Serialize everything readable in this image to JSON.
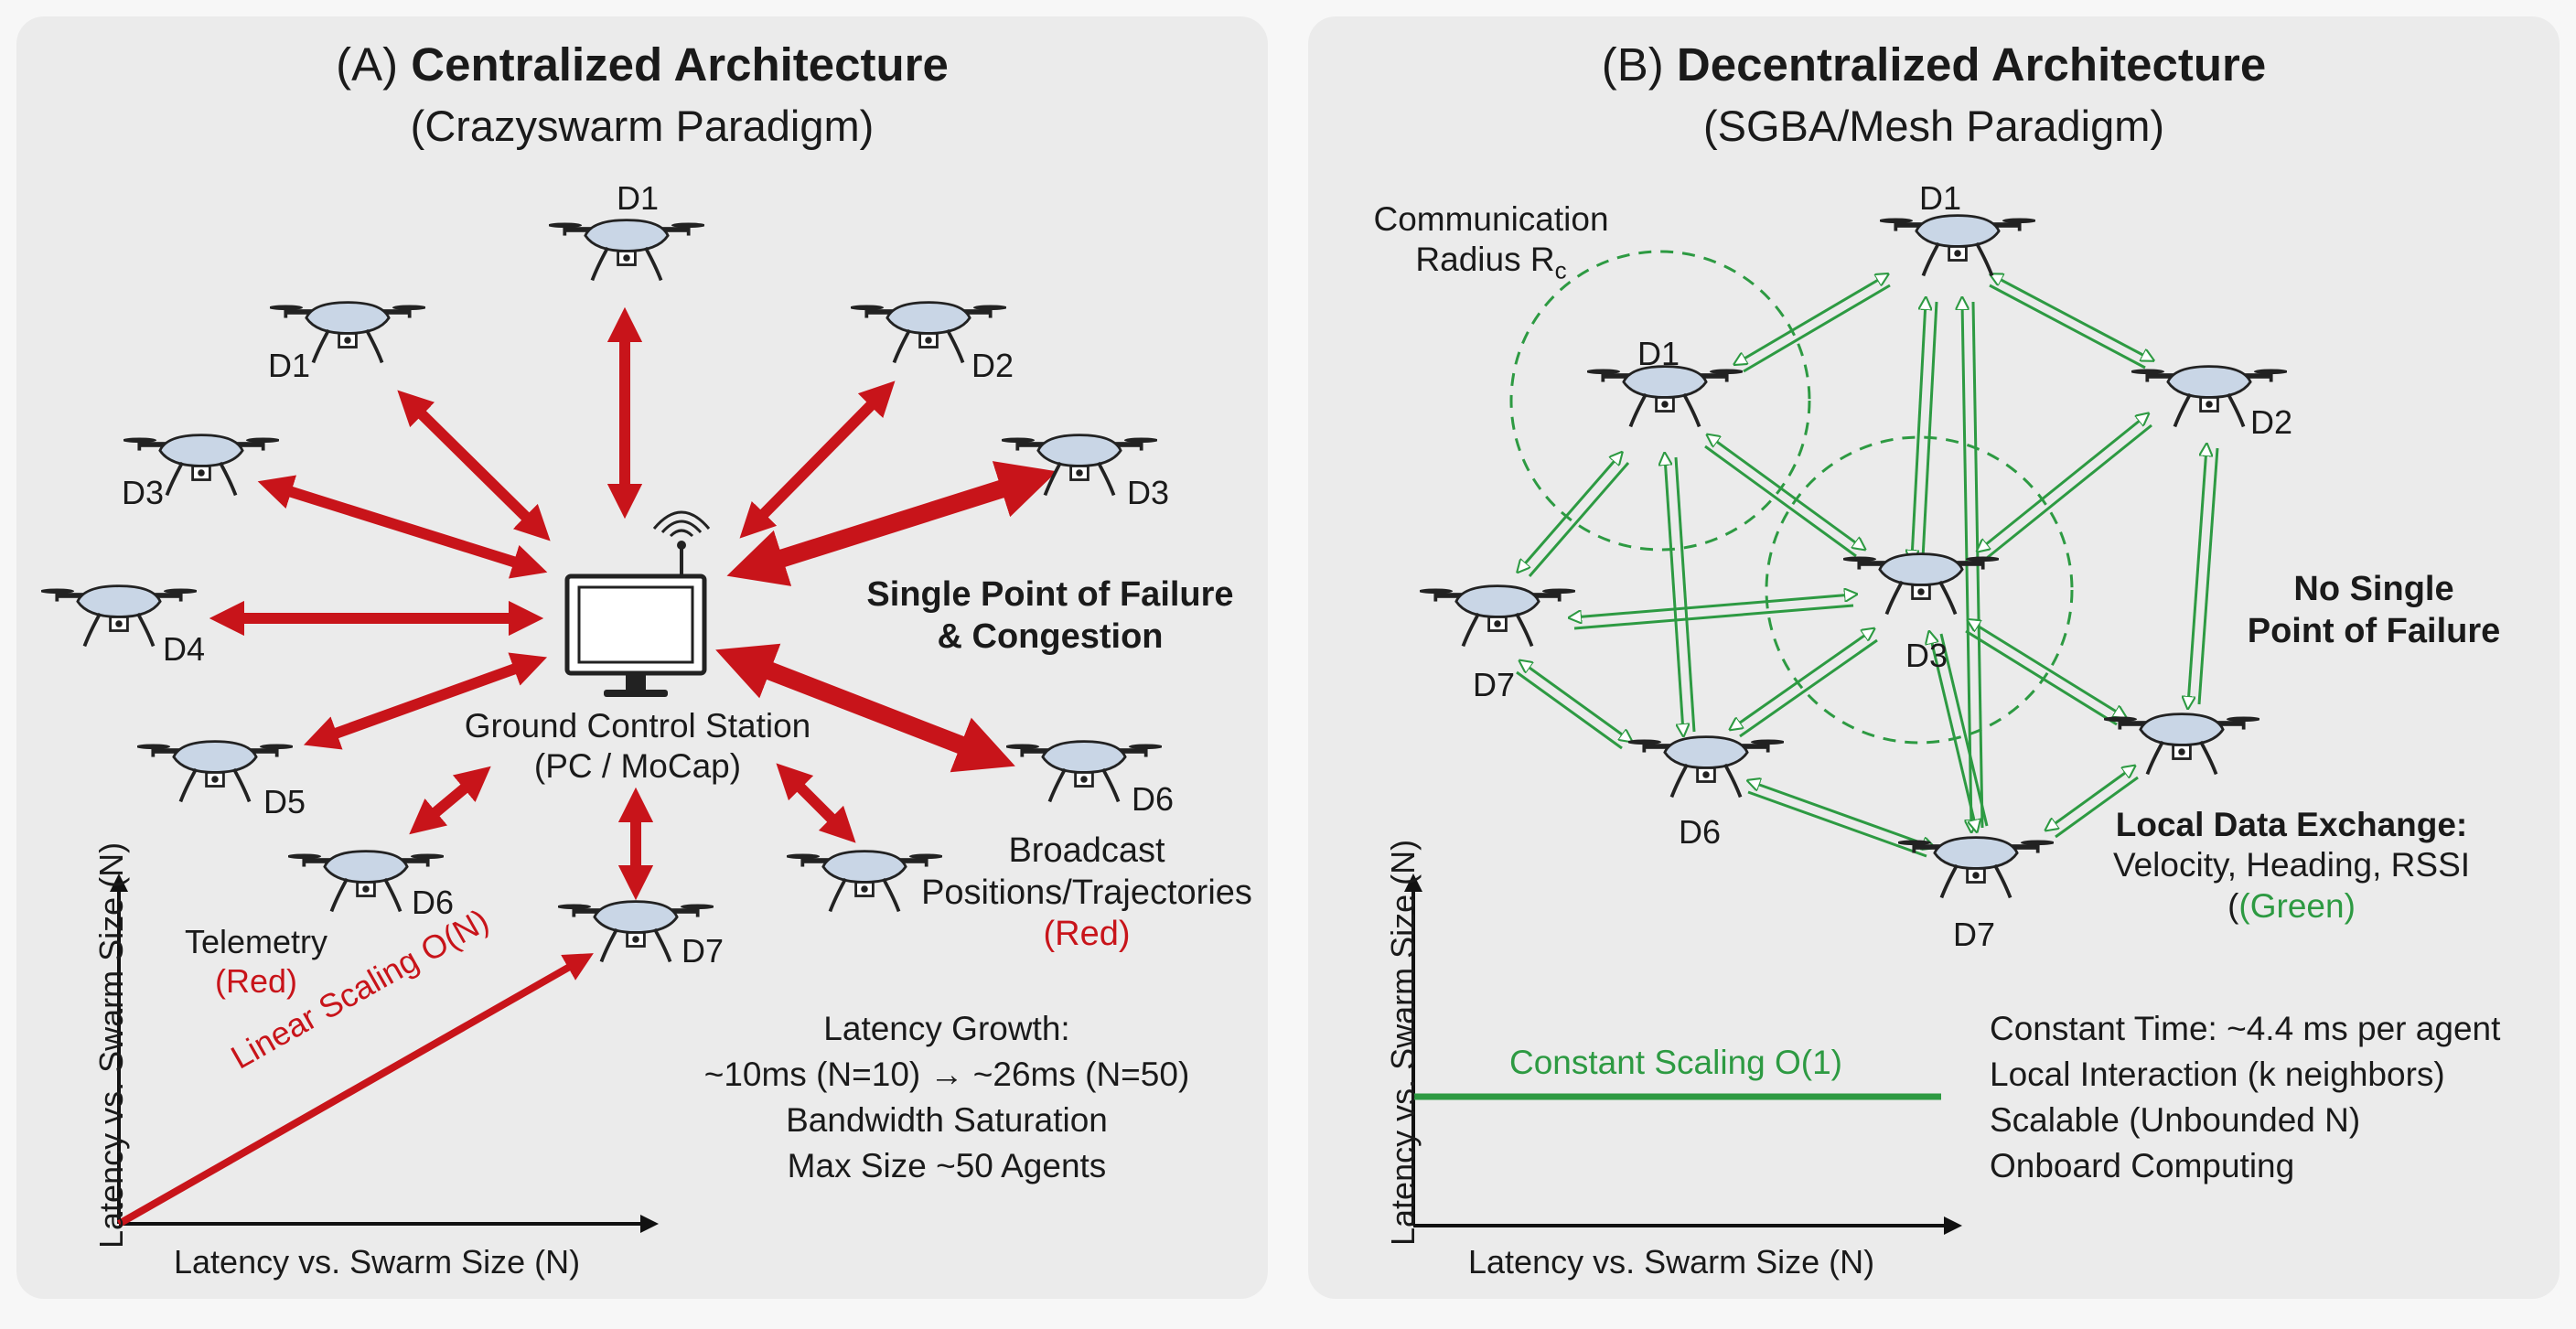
{
  "panel_a": {
    "title_prefix": "(A)",
    "title_bold": "Centralized Architecture",
    "subtitle": "(Crazyswarm Paradigm)",
    "drones": {
      "d1": "D1",
      "d1b": "D1",
      "d2": "D2",
      "d3l": "D3",
      "d3r": "D3",
      "d4": "D4",
      "d5": "D5",
      "d6l": "D6",
      "d6r": "D6",
      "d7": "D7"
    },
    "station_line1": "Ground Control Station",
    "station_line2": "(PC / MoCap)",
    "spof_line1": "Single Point of Failure",
    "spof_line2": "& Congestion",
    "telemetry": "Telemetry",
    "telemetry_color": "(Red)",
    "broadcast_line1": "Broadcast",
    "broadcast_line2": "Positions/Trajectories",
    "broadcast_color": "(Red)",
    "scaling_label": "Linear Scaling O(N)",
    "axis_x": "Latency vs. Swarm Size (N)",
    "axis_y": "Latency vs. Swarm Size (N)",
    "notes": [
      "Latency Growth:",
      "~10ms (N=10) → ~26ms (N=50)",
      "Bandwidth Saturation",
      "Max Size ~50 Agents"
    ]
  },
  "panel_b": {
    "title_prefix": "(B)",
    "title_bold": "Decentralized Architecture",
    "subtitle": "(SGBA/Mesh Paradigm)",
    "radius_line1": "Communication",
    "radius_line2": "Radius R",
    "radius_sub": "c",
    "drones": {
      "d1t": "D1",
      "d1": "D1",
      "d2": "D2",
      "d3": "D3",
      "d6": "D6",
      "d7l": "D7",
      "d7b": "D7"
    },
    "nospof_line1": "No Single",
    "nospof_line2": "Point of Failure",
    "exchange_title": "Local Data Exchange:",
    "exchange_line": "Velocity, Heading, RSSI",
    "exchange_color": "(Green)",
    "scaling_label": "Constant Scaling O(1)",
    "axis_x": "Latency vs. Swarm Size (N)",
    "axis_y": "Latency vs. Swarm Size (N)",
    "notes": [
      "Constant Time: ~4.4 ms per agent",
      "Local Interaction (k neighbors)",
      "Scalable (Unbounded N)",
      "Onboard Computing"
    ]
  },
  "colors": {
    "red": "#c8141a",
    "green": "#2d9a42",
    "drone_body": "#c9d6e6"
  }
}
